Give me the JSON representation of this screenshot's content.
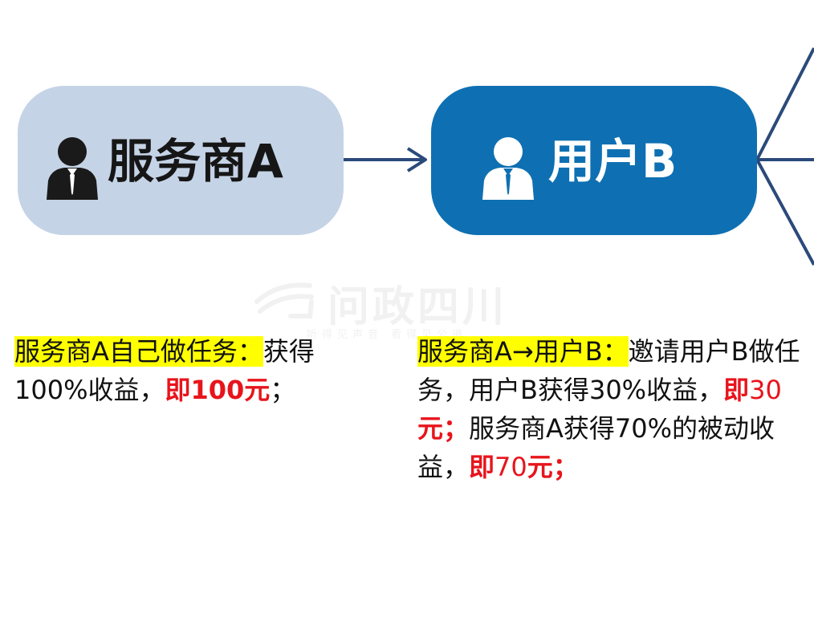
{
  "nodes": {
    "a": {
      "label": "服务商A",
      "icon": "person-icon"
    },
    "b": {
      "label": "用户B",
      "icon": "person-icon"
    }
  },
  "watermark": {
    "title": "问政四川",
    "subtitle": "听得见声音 看得见公道"
  },
  "text_a": {
    "highlight": "服务商A自己做任务：",
    "part1": "获得100%收益，",
    "red": "即100元",
    "end": "；"
  },
  "text_b": {
    "highlight": "服务商A→用户B：",
    "part1": "邀请用户B做任务，用户B获得30%收益，",
    "red1_prefix": "即",
    "red1_num": "30",
    "red1_suffix": "元；",
    "part2": "服务商A获得70%的被动收益，",
    "red2_prefix": "即",
    "red2_num": "70",
    "red2_suffix": "元；"
  },
  "colors": {
    "node_a_fill": "#c5d3e6",
    "node_b_fill": "#0e70b2",
    "arrow": "#2b4a7a",
    "highlight": "#ffff00",
    "emphasis": "#e8141c"
  }
}
